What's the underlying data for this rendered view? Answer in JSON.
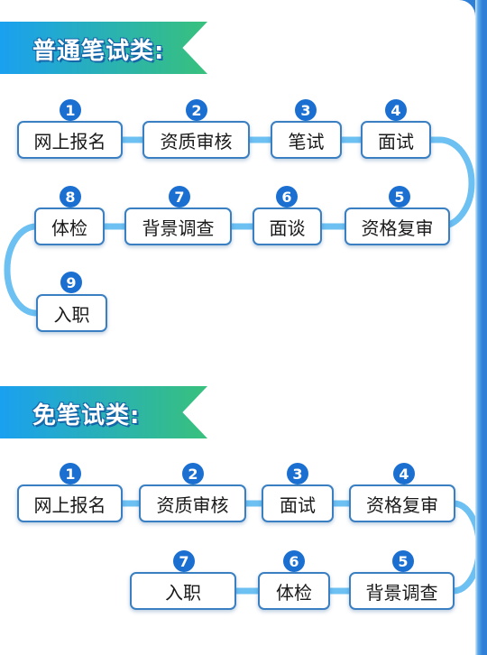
{
  "sections": [
    {
      "title": "普通笔试类:",
      "steps": [
        {
          "num": "1",
          "label": "网上报名"
        },
        {
          "num": "2",
          "label": "资质审核"
        },
        {
          "num": "3",
          "label": "笔试"
        },
        {
          "num": "4",
          "label": "面试"
        },
        {
          "num": "5",
          "label": "资格复审"
        },
        {
          "num": "6",
          "label": "面谈"
        },
        {
          "num": "7",
          "label": "背景调查"
        },
        {
          "num": "8",
          "label": "体检"
        },
        {
          "num": "9",
          "label": "入职"
        }
      ]
    },
    {
      "title": "免笔试类:",
      "steps": [
        {
          "num": "1",
          "label": "网上报名"
        },
        {
          "num": "2",
          "label": "资质审核"
        },
        {
          "num": "3",
          "label": "面试"
        },
        {
          "num": "4",
          "label": "资格复审"
        },
        {
          "num": "5",
          "label": "背景调查"
        },
        {
          "num": "6",
          "label": "体检"
        },
        {
          "num": "7",
          "label": "入职"
        }
      ]
    }
  ],
  "colors": {
    "connector": "#6cc0f2",
    "badge": "#1a6fd0",
    "box_border": "#3a7fc1",
    "banner_start": "#1aa0f0",
    "banner_end": "#38c17c"
  }
}
